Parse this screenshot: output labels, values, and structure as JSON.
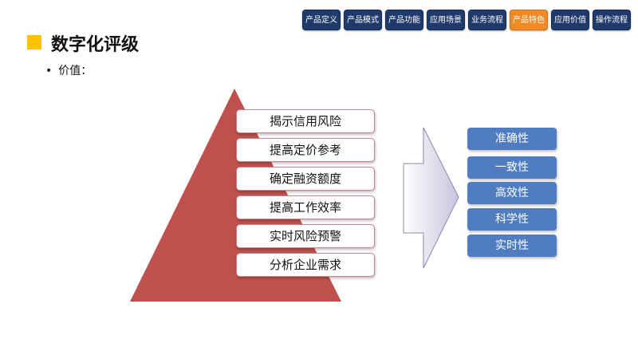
{
  "nav": {
    "tabs": [
      "产品定义",
      "产品模式",
      "产品功能",
      "应用场景",
      "业务流程",
      "产品特色",
      "应用价值",
      "操作流程"
    ],
    "active_index": 5
  },
  "header": {
    "title": "数字化评级"
  },
  "bullet": {
    "text": "价值："
  },
  "pyramid": {
    "items": [
      "揭示信用风险",
      "提高定价参考",
      "确定融资额度",
      "提高工作效率",
      "实时风险预警",
      "分析企业需求"
    ]
  },
  "qualities": {
    "items": [
      "准确性",
      "一致性",
      "高效性",
      "科学性",
      "实时性"
    ]
  },
  "colors": {
    "nav_bg": "#1f3a6b",
    "nav_active": "#f08a24",
    "title_square": "#ffc000",
    "pyramid": "#c0504d",
    "quality_box": "#4f7dbf"
  }
}
